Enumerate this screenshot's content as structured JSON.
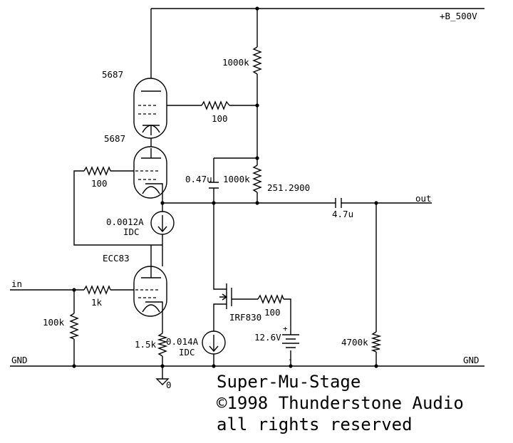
{
  "supply": {
    "label": "+B_500V"
  },
  "tubes": {
    "top": "5687",
    "middle": "5687",
    "bottom": "ECC83"
  },
  "resistors": {
    "r_top_plate": "1000k",
    "r_top_grid": "100",
    "r_mid_grid": "100",
    "r_mid_plate": "1000k",
    "r_mid_plate_value": "251.2900",
    "r_in_grid": "1k",
    "r_in_shunt": "100k",
    "r_cathode": "1.5k",
    "r_fet_gate": "100",
    "r_out_load": "4700k"
  },
  "capacitors": {
    "c_bypass": "0.47u",
    "c_out": "4.7u"
  },
  "sources": {
    "i_top_value": "0.0012A",
    "i_top_type": "IDC",
    "i_bottom_value": "0.014A",
    "i_bottom_type": "IDC",
    "battery_value": "12.6V",
    "battery_plus": "+",
    "battery_minus": "-"
  },
  "fet": {
    "label": "IRF830"
  },
  "nets": {
    "in": "in",
    "out": "out",
    "gnd_left": "GND",
    "gnd_right": "GND",
    "ground_node": "0"
  },
  "footer": {
    "line1": "Super-Mu-Stage",
    "line2": "©1998 Thunderstone Audio",
    "line3": "all rights reserved"
  }
}
